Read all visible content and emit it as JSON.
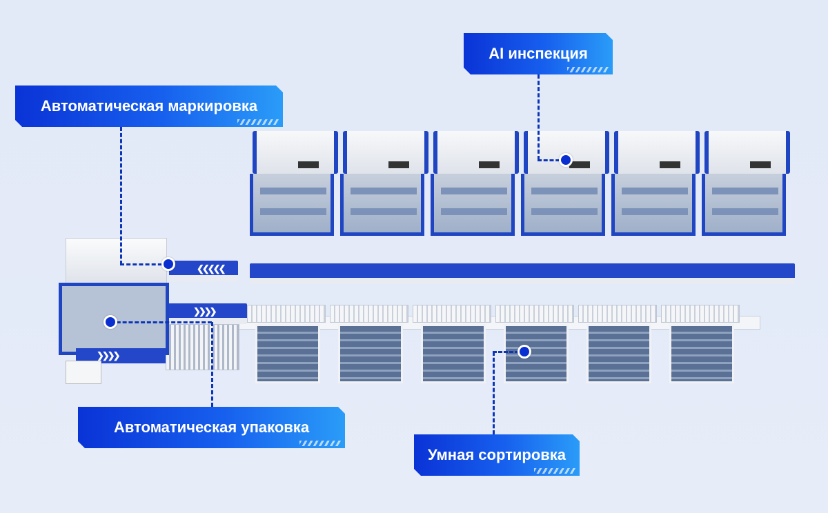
{
  "labels": {
    "marking": "Автоматическая маркировка",
    "ai_inspection": "AI инспекция",
    "packing": "Автоматическая упаковка",
    "sorting": "Умная сортировка"
  },
  "colors": {
    "accent": "#0a33d6",
    "accent_light": "#2a9cf8",
    "machine_blue": "#1f45c2"
  }
}
